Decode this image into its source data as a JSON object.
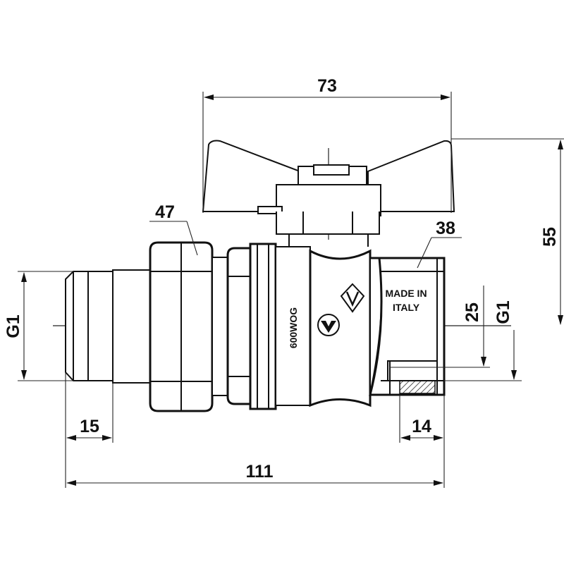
{
  "dimensions": {
    "width_top": "73",
    "height_right": "55",
    "hex_nut": "47",
    "body_outer": "38",
    "bore": "25",
    "thread_left": "G1",
    "thread_right": "G1",
    "thread_len_left": "15",
    "thread_len_right": "14",
    "overall_length": "111"
  },
  "markings": {
    "pressure": "600WOG",
    "origin_line1": "MADE IN",
    "origin_line2": "ITALY"
  },
  "icons": [
    "arrowhead-icon",
    "valve-logo-icon"
  ]
}
